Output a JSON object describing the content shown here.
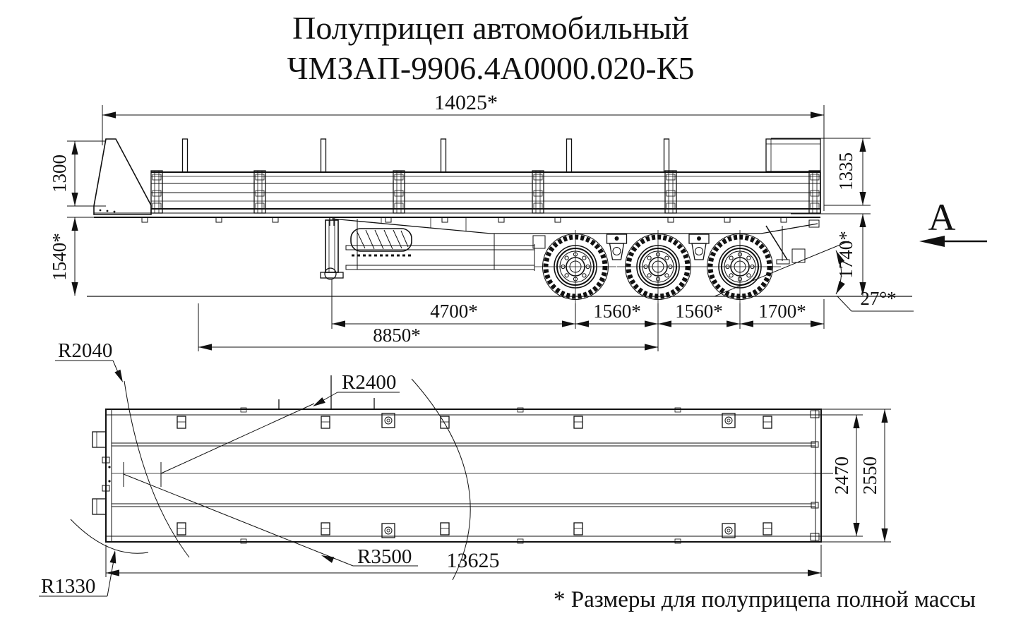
{
  "title": {
    "line1": "Полуприцеп автомобильный",
    "line2": "ЧМЗАП-9906.4А0000.020-К5"
  },
  "side_view": {
    "dim_overall_length": "14025*",
    "dim_front_board_height": "1300",
    "dim_floor_height": "1540*",
    "dim_side_board_height": "1335",
    "dim_rear_height": "1740*",
    "dim_kingpin_to_first_axle": "4700*",
    "dim_axle_spacing_1": "1560*",
    "dim_axle_spacing_2": "1560*",
    "dim_rear_overhang": "1700*",
    "dim_front_to_bogie_center": "8850*",
    "dim_ramp_angle": "27°*",
    "view_arrow_label": "А"
  },
  "top_view": {
    "dim_radius_front_swing": "R2040",
    "dim_radius_mid": "R2400",
    "dim_radius_corner": "R1330",
    "dim_radius_rear_swing": "R3500",
    "dim_platform_length": "13625",
    "dim_inner_width": "2470",
    "dim_overall_width": "2550"
  },
  "footnote": "* Размеры для полуприцепа полной массы"
}
